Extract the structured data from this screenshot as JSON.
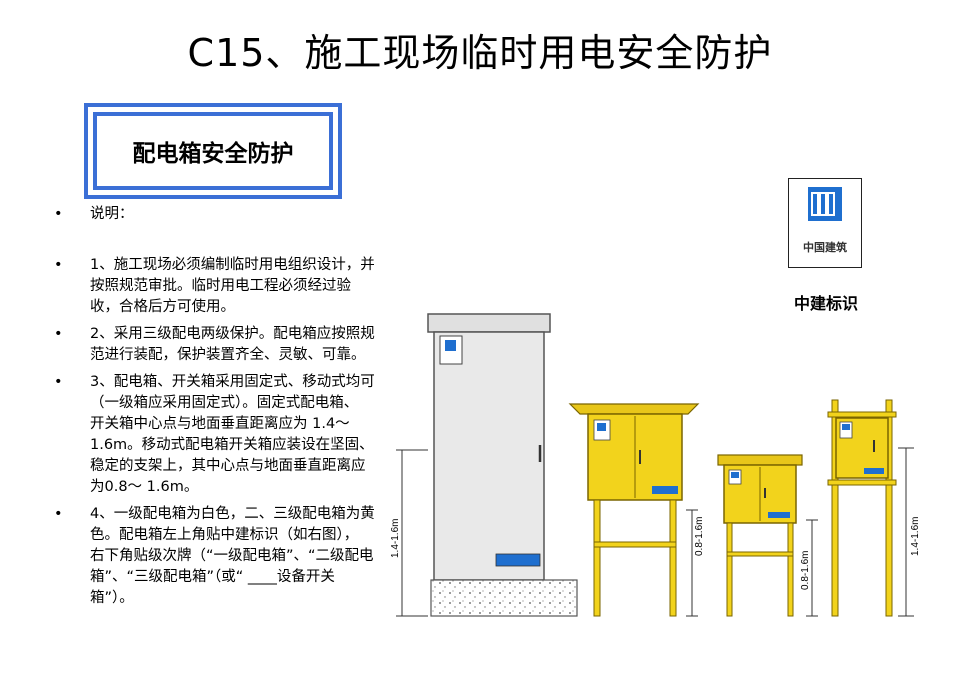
{
  "title": "C15、施工现场临时用电安全防护",
  "section_title": "配电箱安全防护",
  "notes": [
    "说明：",
    "1、施工现场必须编制临时用电组织设计，并按照规范审批。临时用电工程必须经过验收，合格后方可使用。",
    "2、采用三级配电两级保护。配电箱应按照规范进行装配，保护装置齐全、灵敏、可靠。",
    "3、配电箱、开关箱采用固定式、移动式均可（一级箱应采用固定式）。固定式配电箱、 开关箱中心点与地面垂直距离应为 1.4～ 1.6m。移动式配电箱开关箱应装设在坚固、稳定的支架上，其中心点与地面垂直距离应为0.8～ 1.6m。",
    "4、一级配电箱为白色，二、三级配电箱为黄色。配电箱左上角贴中建标识（如右图）， 右下角贴级次牌（“一级配电箱”、“二级配电箱”、“三级配电箱”（或“ ____设备开关 箱”）。"
  ],
  "logo": {
    "text": "中国建筑",
    "caption": "中建标识"
  },
  "dimensions": {
    "primary": "1.4-1.6m",
    "secondary": "0.8-1.6m",
    "tertiary": "0.8-1.6m",
    "switch": "1.4-1.6m"
  },
  "colors": {
    "accent": "#3b6fd6",
    "yellow_box": "#f2d31c",
    "white_box": "#e8e8e8",
    "logo_blue": "#1f6fcf"
  }
}
